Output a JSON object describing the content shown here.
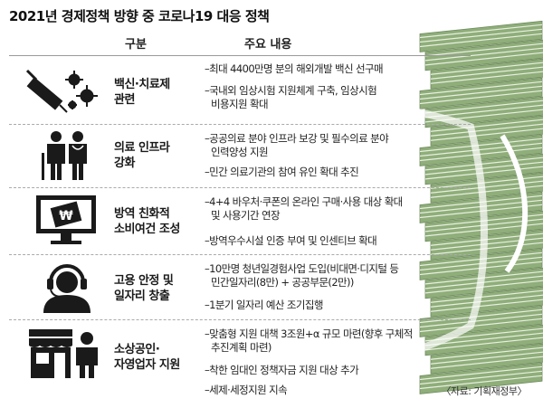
{
  "title": "2021년 경제정책 방향 중 코로나19 대응 정책",
  "header": {
    "category": "구분",
    "main": "주요 내용"
  },
  "rows": [
    {
      "category_lines": [
        "백신·치료제",
        "관련"
      ],
      "icon": "vaccine-virus-icon",
      "items": [
        [
          "–최대 4400만명 분의 해외개발 백신 선구매"
        ],
        [
          "–국내외 임상시험 지원체계 구축, 임상시험",
          "비용지원 확대"
        ]
      ]
    },
    {
      "category_lines": [
        "의료 인프라",
        "강화"
      ],
      "icon": "medical-staff-icon",
      "items": [
        [
          "–공공의료 분야 인프라 보강 및 필수의료 분야",
          "인력양성 지원"
        ],
        [
          "–민간 의료기관의 참여 유인 확대 추진"
        ]
      ]
    },
    {
      "category_lines": [
        "방역 친화적",
        "소비여건 조성"
      ],
      "icon": "monitor-won-icon",
      "items": [
        [
          "–4+4 바우처·쿠폰의 온라인 구매·사용 대상 확대",
          "및 사용기간 연장"
        ],
        [
          "–방역우수시설 인증 부여 및 인센티브 확대"
        ]
      ]
    },
    {
      "category_lines": [
        "고용 안정 및",
        "일자리 창출"
      ],
      "icon": "headset-worker-icon",
      "items": [
        [
          "–10만명 청년일경험사업 도입(비대면·디지털 등",
          "민간일자리(8만) + 공공부문(2만))"
        ],
        [
          "–1분기 일자리 예산 조기집행"
        ]
      ]
    },
    {
      "category_lines": [
        "소상공인·",
        "자영업자 지원"
      ],
      "icon": "shop-owner-icon",
      "items": [
        [
          "–맞춤형 지원 대책 3조원+α 규모 마련(향후 구체적",
          "추진계획 마련)"
        ],
        [
          "–착한 임대인 정책자금 지원 대상 추가"
        ],
        [
          "–세제·세정지원 지속"
        ]
      ]
    }
  ],
  "source": "〈자료: 기획재정부〉",
  "colors": {
    "icon": "#1a1a1a",
    "line": "#999999",
    "money_green": "#8fae7a",
    "money_edge": "#e9efe2"
  }
}
